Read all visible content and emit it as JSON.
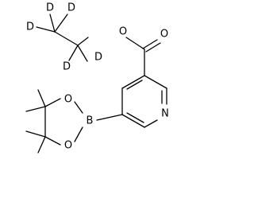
{
  "structure": {
    "atoms": {
      "carbonyl_oxygen": "O",
      "ester_oxygen": "O",
      "pyridine_nitrogen": "N",
      "boron": "B",
      "boronate_oxygen_upper": "O",
      "boronate_oxygen_lower": "O",
      "deuterium_1": "D",
      "deuterium_2": "D",
      "deuterium_3": "D",
      "deuterium_4": "D",
      "deuterium_5": "D"
    }
  }
}
